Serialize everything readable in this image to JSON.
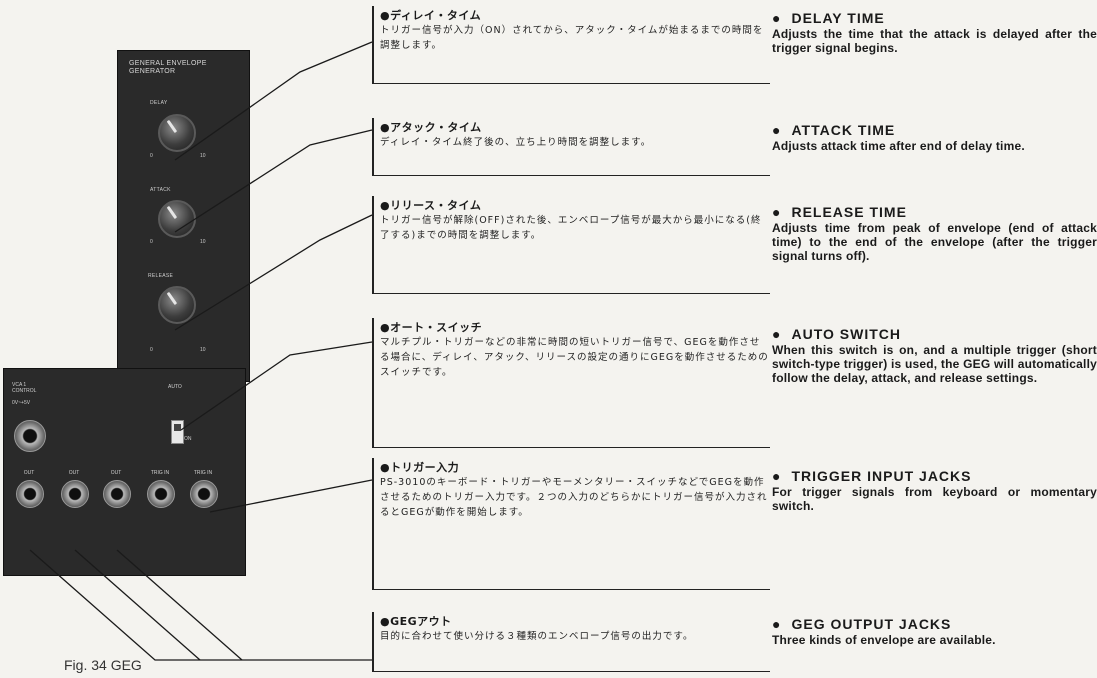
{
  "panel": {
    "title": "GENERAL ENVELOPE\nGENERATOR",
    "knobs": [
      {
        "label": "DELAY",
        "min": "0",
        "max": "10"
      },
      {
        "label": "ATTACK",
        "min": "0",
        "max": "10"
      },
      {
        "label": "RELEASE",
        "min": "0",
        "max": "10"
      }
    ],
    "auto_label": "AUTO",
    "on_label": "ON",
    "vca_label": "VCA 1\nCONTROL\n\n0V~+5V",
    "jacks": [
      {
        "label": "OUT"
      },
      {
        "label": "OUT"
      },
      {
        "label": "OUT"
      },
      {
        "label": "TRIG IN"
      },
      {
        "label": "TRIG IN"
      }
    ]
  },
  "caption": "Fig. 34 GEG",
  "sections": [
    {
      "jp_title": "●ディレイ・タイム",
      "jp_body": "トリガー信号が入力（ON）されてから、アタック・タイムが始まるまでの時間を調整します。",
      "en_title": "DELAY TIME",
      "en_body": "Adjusts the time that the attack is delayed after the trigger signal begins."
    },
    {
      "jp_title": "●アタック・タイム",
      "jp_body": "ディレイ・タイム終了後の、立ち上り時間を調整します。",
      "en_title": "ATTACK TIME",
      "en_body": "Adjusts attack time after end of delay time."
    },
    {
      "jp_title": "●リリース・タイム",
      "jp_body": "トリガー信号が解除(OFF)された後、エンベロープ信号が最大から最小になる(終了する)までの時間を調整します。",
      "en_title": "RELEASE TIME",
      "en_body": "Adjusts time from peak of envelope (end of attack time) to the end of the envelope (after the trigger signal turns off)."
    },
    {
      "jp_title": "●オート・スイッチ",
      "jp_body": "マルチプル・トリガーなどの非常に時間の短いトリガー信号で、GEGを動作させる場合に、ディレイ、アタック、リリースの設定の通りにGEGを動作させるためのスイッチです。",
      "en_title": "AUTO SWITCH",
      "en_body": "When this switch is on, and a multiple trigger (short switch-type trigger) is used, the GEG will automatically follow the delay, attack, and release settings."
    },
    {
      "jp_title": "●トリガー入力",
      "jp_body": "PS-3010のキーボード・トリガーやモーメンタリー・スイッチなどでGEGを動作させるためのトリガー入力です。２つの入力のどちらかにトリガー信号が入力されるとGEGが動作を開始します。",
      "en_title": "TRIGGER INPUT JACKS",
      "en_body": "For trigger signals from keyboard or momentary switch."
    },
    {
      "jp_title": "●GEGアウト",
      "jp_body": "目的に合わせて使い分ける３種類のエンベロープ信号の出力です。",
      "en_title": "GEG OUTPUT JACKS",
      "en_body": "Three kinds of envelope are available."
    }
  ]
}
